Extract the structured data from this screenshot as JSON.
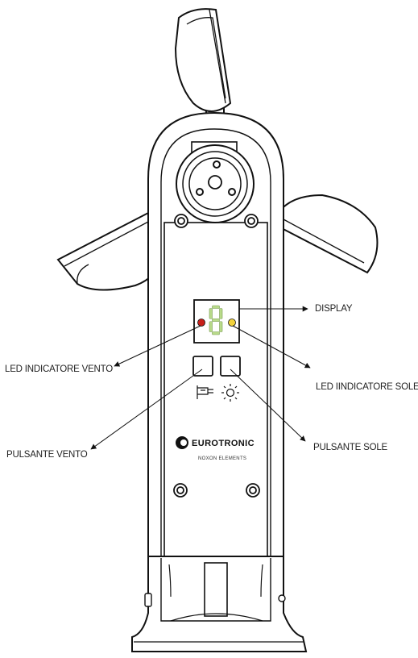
{
  "labels": {
    "display": "DISPLAY",
    "led_wind": "LED INDICATORE VENTO",
    "led_sun": "LED IINDICATORE SOLE",
    "button_wind": "PULSANTE VENTO",
    "button_sun": "PULSANTE SOLE"
  },
  "brand": {
    "name": "EUROTRONIC",
    "model": "NOXON ELEMENTS"
  },
  "display": {
    "digit": "8"
  },
  "colors": {
    "line": "#111111",
    "led_wind": "#c8201b",
    "led_sun": "#f2d23c",
    "segment": "#b9db8a"
  },
  "icons": {
    "wind_button_icon": "wind-plug-icon",
    "sun_button_icon": "sun-icon"
  }
}
